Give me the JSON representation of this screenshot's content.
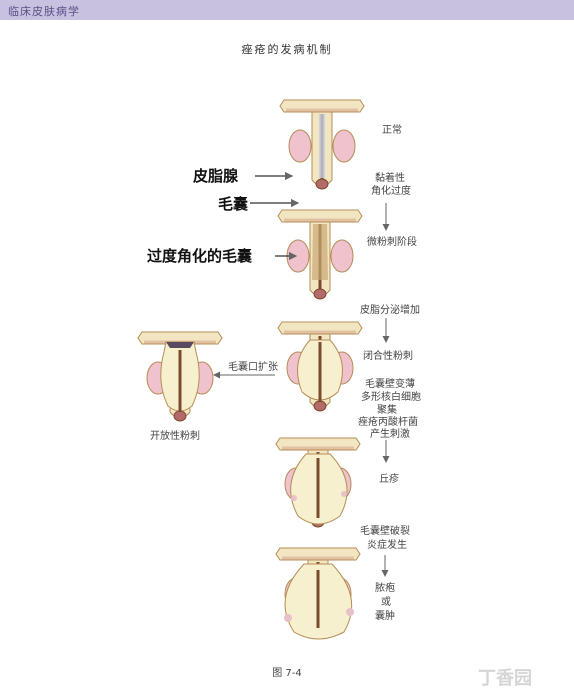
{
  "header": {
    "book_title": "临床皮肤病学",
    "band_color": "#c8c2e0"
  },
  "title": "痤疮的发病机制",
  "pointer_labels": {
    "sebaceous_gland": "皮脂腺",
    "hair_follicle": "毛囊",
    "hyperkeratotic_follicle": "过度角化的毛囊"
  },
  "stages": {
    "normal": "正常",
    "keratinization_1": "黏着性",
    "keratinization_2": "角化过度",
    "microcomedone": "微粉刺阶段",
    "sebum_increase": "皮脂分泌增加",
    "closed_comedone": "闭合性粉刺",
    "changes": [
      "毛囊壁变薄",
      "多形核白细胞",
      "聚集",
      "痤疮丙酸杆菌",
      "产生刺激"
    ],
    "papule": "丘疹",
    "rupture_1": "毛囊壁破裂",
    "rupture_2": "炎症发生",
    "pustule": "脓疱",
    "or": "或",
    "cyst": "囊肿",
    "pore_dilation": "毛囊口扩张",
    "open_comedone": "开放性粉刺"
  },
  "caption": "图 7-4",
  "watermark": "丁香园",
  "colors": {
    "skin": "#f2e6c2",
    "skin_edge": "#b58d55",
    "gland": "#f0c2cd",
    "sebum": "#f7f0cf",
    "hair": "#7a4b2a",
    "keratin_plug": "#5a4a5f",
    "arrow": "#666666"
  }
}
